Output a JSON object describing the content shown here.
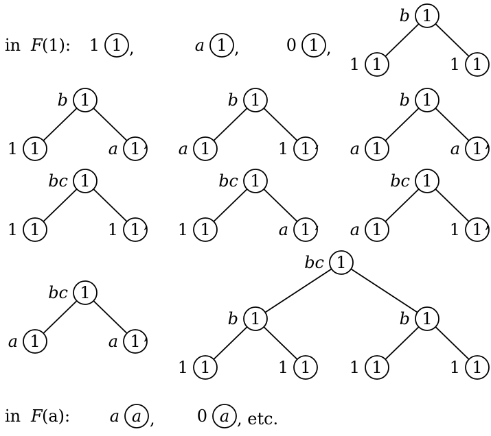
{
  "rows": {
    "f1_label_pre": "in ",
    "f1_label_var": "F",
    "f1_label_post": "(1):",
    "fa_label_pre": "in ",
    "fa_label_var": "F",
    "fa_label_post": "(a):",
    "etc": ", etc."
  },
  "simple_f1": [
    {
      "label": "1",
      "node": "1"
    },
    {
      "label": "a",
      "node": "1"
    },
    {
      "label": "0",
      "node": "1"
    }
  ],
  "simple_fa": [
    {
      "label": "a",
      "node": "a"
    },
    {
      "label": "0",
      "node": "a"
    }
  ],
  "trees": [
    {
      "root_label": "b",
      "root": "1",
      "left_label": "1",
      "left": "1",
      "right_label": "1",
      "right": "1"
    },
    {
      "root_label": "b",
      "root": "1",
      "left_label": "1",
      "left": "1",
      "right_label": "a",
      "right": "1"
    },
    {
      "root_label": "b",
      "root": "1",
      "left_label": "a",
      "left": "1",
      "right_label": "1",
      "right": "1"
    },
    {
      "root_label": "b",
      "root": "1",
      "left_label": "a",
      "left": "1",
      "right_label": "a",
      "right": "1"
    },
    {
      "root_label": "bc",
      "root": "1",
      "left_label": "1",
      "left": "1",
      "right_label": "1",
      "right": "1"
    },
    {
      "root_label": "bc",
      "root": "1",
      "left_label": "1",
      "left": "1",
      "right_label": "a",
      "right": "1"
    },
    {
      "root_label": "bc",
      "root": "1",
      "left_label": "a",
      "left": "1",
      "right_label": "1",
      "right": "1"
    },
    {
      "root_label": "bc",
      "root": "1",
      "left_label": "a",
      "left": "1",
      "right_label": "a",
      "right": "1"
    }
  ],
  "big_tree": {
    "root_label": "bc",
    "root": "1",
    "children": [
      {
        "label": "b",
        "node": "1",
        "left_label": "1",
        "left": "1",
        "right_label": "1",
        "right": "1"
      },
      {
        "label": "b",
        "node": "1",
        "left_label": "1",
        "left": "1",
        "right_label": "1",
        "right": "1"
      }
    ]
  },
  "punct": {
    "comma": ","
  }
}
